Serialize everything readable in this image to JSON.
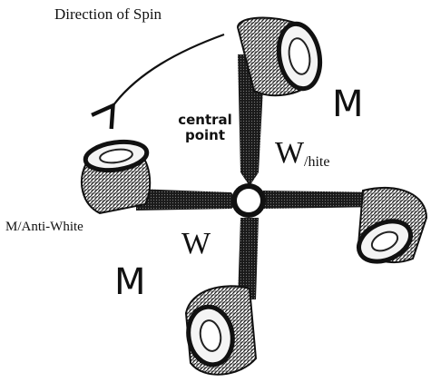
{
  "labels": {
    "direction": "Direction of Spin",
    "central_point": "central point",
    "m_top_right": "M",
    "white_big": "W",
    "white_suffix": "/hite",
    "anti_white": "M/Anti-White",
    "w_bottom_left": "W",
    "m_bottom_left": "M"
  },
  "colors": {
    "ink": "#111111",
    "background": "#ffffff"
  }
}
